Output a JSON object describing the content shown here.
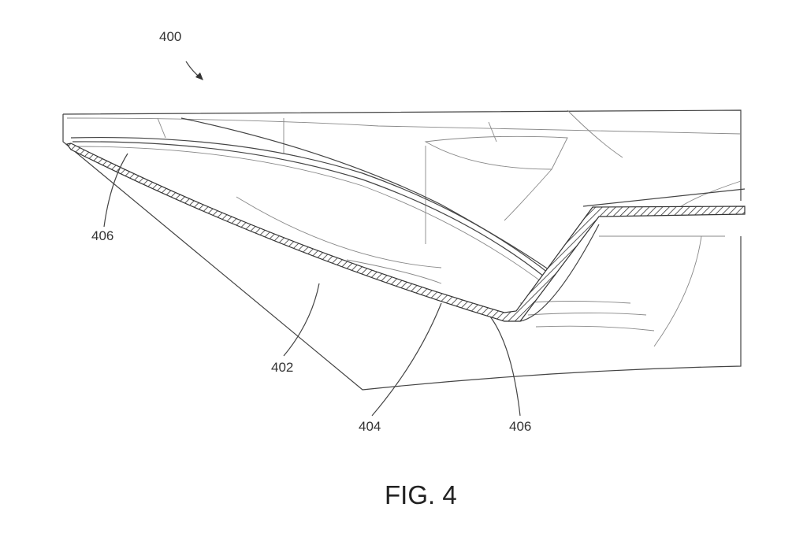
{
  "figure": {
    "caption": "FIG. 4",
    "reference_numerals": {
      "assembly": "400",
      "panel": "402",
      "cavity": "404",
      "edge_left": "406",
      "edge_right": "406"
    }
  }
}
